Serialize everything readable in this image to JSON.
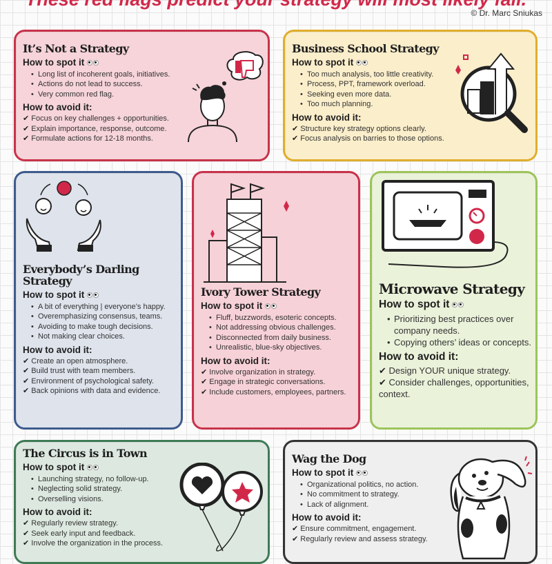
{
  "header": {
    "headline": "These red flags predict your strategy will most likely fail.",
    "copyright": "© Dr. Marc Sniukas"
  },
  "labels": {
    "spot": "How to spot it",
    "avoid": "How to avoid it:"
  },
  "colors": {
    "accent": "#d1284a"
  },
  "cards": [
    {
      "title": "It’s Not a Strategy",
      "bg": "#f6d4da",
      "border": "#c8324a",
      "icon": "thinking-person-thumbs-down-icon",
      "spot": [
        "Long list of incoherent goals, initiatives.",
        "Actions do not lead to success.",
        "Very common red flag."
      ],
      "avoid": [
        "Focus on key challenges + opportunities.",
        "Explain importance, response, outcome.",
        "Formulate actions for 12-18 months."
      ]
    },
    {
      "title": "Business School Strategy",
      "bg": "#fbeecb",
      "border": "#e0ae2c",
      "icon": "magnifier-chart-icon",
      "spot": [
        "Too much analysis, too little creativity.",
        "Process, PPT, framework overload.",
        "Seeking even more data.",
        "Too much planning."
      ],
      "avoid": [
        "Structure key strategy options clearly.",
        "Focus analysis on barries to those options."
      ]
    },
    {
      "title": "Everybody’s Darling Strategy",
      "bg": "#dee3ec",
      "border": "#3d5b8d",
      "icon": "juggling-hands-smileys-icon",
      "spot": [
        "A bit of everything | everyone’s happy.",
        "Overemphasizing consensus, teams.",
        "Avoiding to make tough decisions.",
        "Not making clear choices."
      ],
      "avoid": [
        "Create an open atmosphere.",
        "Build trust with team members.",
        "Environment of psychological safety.",
        "Back opinions with data and evidence."
      ]
    },
    {
      "title": "Ivory Tower Strategy",
      "bg": "#f7d1d8",
      "border": "#c8324a",
      "icon": "ivory-tower-icon",
      "spot": [
        "Fluff, buzzwords, esoteric concepts.",
        "Not addressing obvious challenges.",
        "Disconnected from daily business.",
        "Unrealistic, blue-sky objectives."
      ],
      "avoid": [
        "Involve organization in strategy.",
        "Engage in strategic conversations.",
        "Include customers, employees, partners."
      ]
    },
    {
      "title": "Microwave Strategy",
      "bg": "#eaf2da",
      "border": "#9cc45a",
      "icon": "microwave-icon",
      "spot": [
        "Prioritizing best practices over company needs.",
        "Copying others’ ideas or concepts."
      ],
      "avoid": [
        "Design YOUR unique strategy.",
        "Consider challenges, opportunities, context."
      ]
    },
    {
      "title": "The Circus is in Town",
      "bg": "#dde9e0",
      "border": "#3f7a55",
      "icon": "balloons-icon",
      "spot": [
        "Launching strategy, no follow-up.",
        "Neglecting solid strategy.",
        "Overselling visions."
      ],
      "avoid": [
        "Regularly review strategy.",
        "Seek early input and feedback.",
        "Involve the organization in the process."
      ]
    },
    {
      "title": "Wag the Dog",
      "bg": "#efefef",
      "border": "#333333",
      "icon": "dog-icon",
      "spot": [
        "Organizational politics, no action.",
        "No commitment to strategy.",
        "Lack of alignment."
      ],
      "avoid": [
        "Ensure commitment, engagement.",
        "Regularly review and assess strategy."
      ]
    }
  ]
}
